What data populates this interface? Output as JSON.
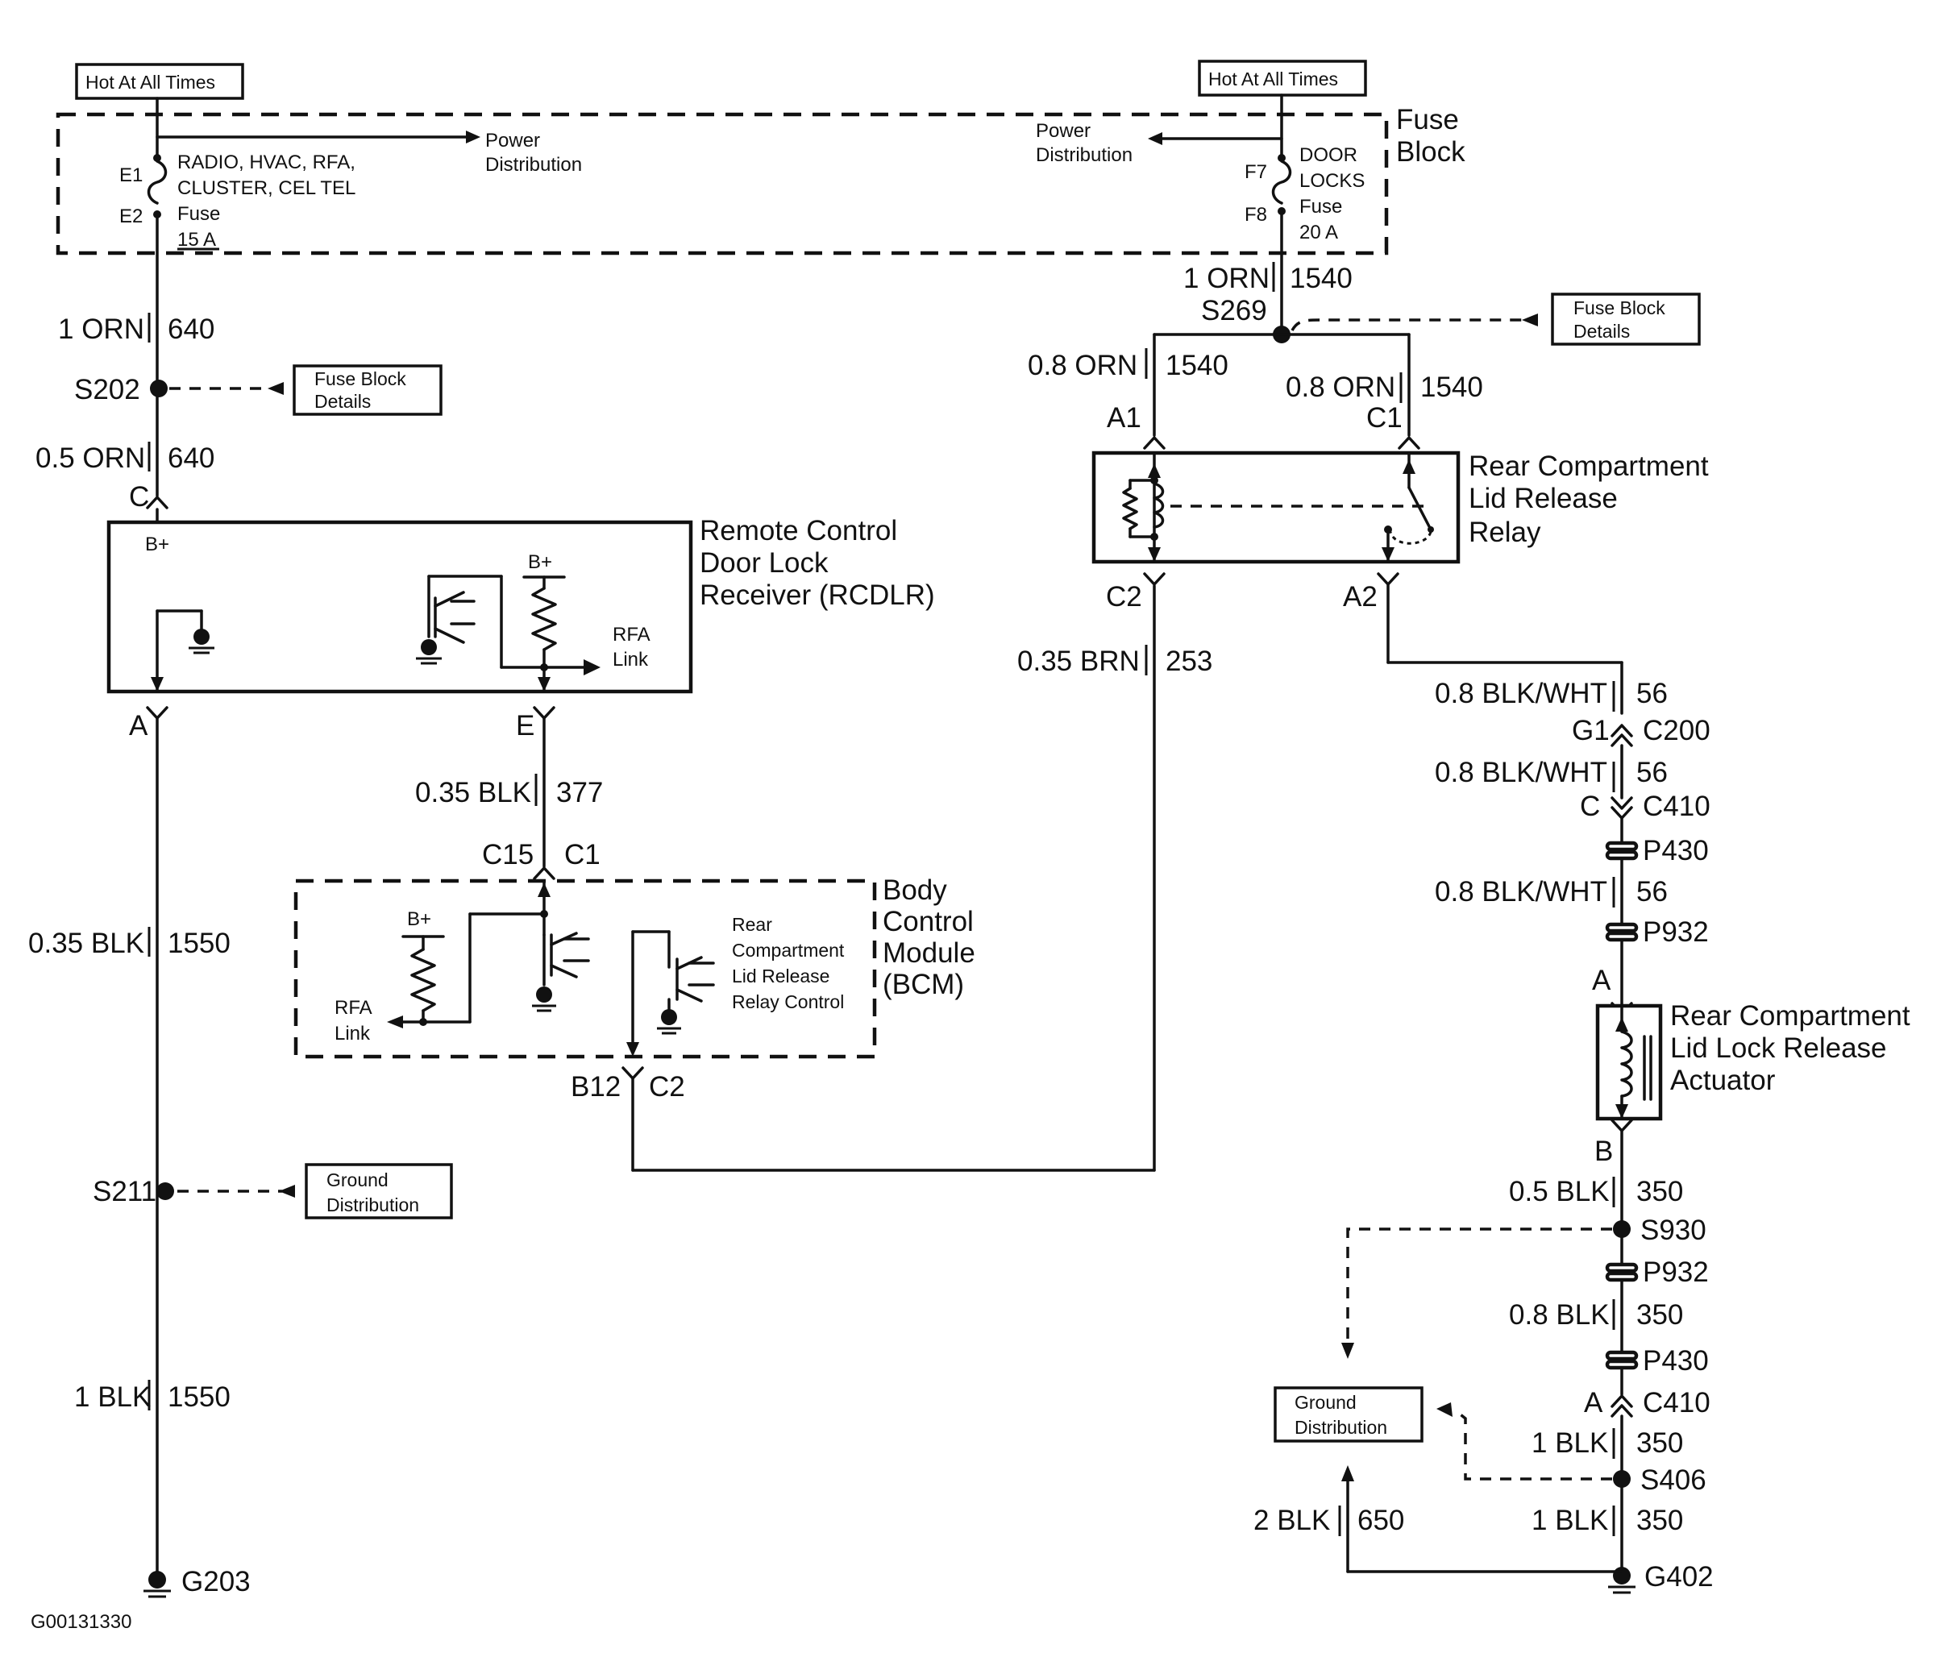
{
  "diagram_code": "G00131330",
  "tags": {
    "hot_left": "Hot At All Times",
    "hot_right": "Hot At All Times",
    "fuse_block_details_top": [
      "Fuse Block",
      "Details"
    ],
    "fuse_block_details_left": [
      "Fuse Block",
      "Details"
    ],
    "ground_dist_left": [
      "Ground",
      "Distribution"
    ],
    "ground_dist_right": [
      "Ground",
      "Distribution"
    ]
  },
  "fuse_block": {
    "title": [
      "Fuse",
      "Block"
    ],
    "power_dist_left": [
      "Power",
      "Distribution"
    ],
    "power_dist_right": [
      "Power",
      "Distribution"
    ],
    "fuse_left": {
      "pin_in": "E1",
      "pin_out": "E2",
      "circuits": [
        "RADIO, HVAC, RFA,",
        "CLUSTER, CEL TEL"
      ],
      "label": "Fuse",
      "rating": "15 A"
    },
    "fuse_right": {
      "pin_in": "F7",
      "pin_out": "F8",
      "name": [
        "DOOR",
        "LOCKS"
      ],
      "label": "Fuse",
      "rating": "20 A"
    }
  },
  "wires": {
    "w640a": {
      "gauge": "1 ORN",
      "circuit": "640"
    },
    "w640b": {
      "gauge": "0.5 ORN",
      "circuit": "640"
    },
    "w1550a": {
      "gauge": "0.35 BLK",
      "circuit": "1550"
    },
    "w1550b": {
      "gauge": "1 BLK",
      "circuit": "1550"
    },
    "w377": {
      "gauge": "0.35 BLK",
      "circuit": "377"
    },
    "w1540a": {
      "gauge": "1 ORN",
      "circuit": "1540"
    },
    "w1540b": {
      "gauge": "0.8 ORN",
      "circuit": "1540"
    },
    "w1540c": {
      "gauge": "0.8 ORN",
      "circuit": "1540"
    },
    "w253": {
      "gauge": "0.35 BRN",
      "circuit": "253"
    },
    "w56a": {
      "gauge": "0.8 BLK/WHT",
      "circuit": "56"
    },
    "w56b": {
      "gauge": "0.8 BLK/WHT",
      "circuit": "56"
    },
    "w56c": {
      "gauge": "0.8 BLK/WHT",
      "circuit": "56"
    },
    "w350a": {
      "gauge": "0.5 BLK",
      "circuit": "350"
    },
    "w350b": {
      "gauge": "0.8 BLK",
      "circuit": "350"
    },
    "w350c": {
      "gauge": "1 BLK",
      "circuit": "350"
    },
    "w350d": {
      "gauge": "1 BLK",
      "circuit": "350"
    },
    "w650": {
      "gauge": "2 BLK",
      "circuit": "650"
    }
  },
  "splices": {
    "s202": "S202",
    "s211": "S211",
    "s269": "S269",
    "s930": "S930",
    "s406": "S406"
  },
  "grounds": {
    "g203": "G203",
    "g402": "G402"
  },
  "connectors": {
    "rcdlr_c": "C",
    "rcdlr_a": "A",
    "rcdlr_e": "E",
    "bcm_c15": "C15",
    "bcm_c1": "C1",
    "bcm_b12": "B12",
    "bcm_c2": "C2",
    "relay_a1": "A1",
    "relay_c1": "C1",
    "relay_c2": "C2",
    "relay_a2": "A2",
    "g1": "G1",
    "c200": "C200",
    "c_pin": "C",
    "c410_top": "C410",
    "p430_top": "P430",
    "p932_top": "P932",
    "act_a": "A",
    "act_b": "B",
    "p932_bot": "P932",
    "p430_bot": "P430",
    "a_pin": "A",
    "c410_bot": "C410"
  },
  "components": {
    "rcdlr": {
      "title": [
        "Remote Control",
        "Door Lock",
        "Receiver (RCDLR)"
      ],
      "bplus_left": "B+",
      "bplus_right": "B+",
      "link": [
        "RFA",
        "Link"
      ]
    },
    "bcm": {
      "title": [
        "Body",
        "Control",
        "Module",
        "(BCM)"
      ],
      "bplus": "B+",
      "link": [
        "RFA",
        "Link"
      ],
      "relay_ctl": [
        "Rear",
        "Compartment",
        "Lid Release",
        "Relay Control"
      ]
    },
    "relay": {
      "title": [
        "Rear Compartment",
        "Lid Release",
        "Relay"
      ]
    },
    "actuator": {
      "title": [
        "Rear Compartment",
        "Lid Lock Release",
        "Actuator"
      ]
    }
  }
}
